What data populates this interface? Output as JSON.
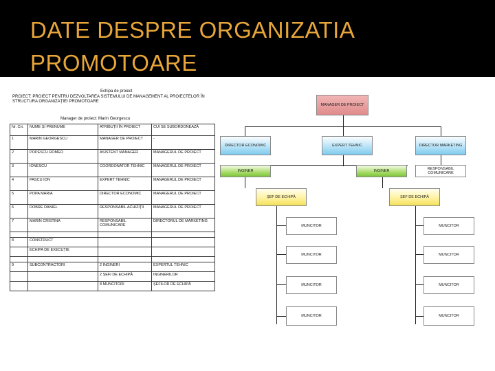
{
  "slide": {
    "title_line1": "DATE DESPRE ORGANIZATIA",
    "title_line2": "PROMOTOARE"
  },
  "document": {
    "heading": "Echipa de proiect",
    "project_text": "PROIECT: PROIECT PENTRU DEZVOLTAREA SISTEMULUI DE MANAGEMENT AL PROIECTELOR ÎN STRUCTURA ORGANIZAȚIEI PROMOTOARE",
    "manager_line": "Manager de proiect: Marin Georgescu",
    "columns": [
      "Nr. Crt.",
      "NUME ȘI PRENUME",
      "ATRIBUȚII ÎN PROIECT",
      "CUI SE SUBORDONEAZĂ"
    ],
    "rows": [
      [
        "1",
        "MARIN GEORGESCU",
        "MANAGER DE PROIECT",
        "-"
      ],
      [
        "2",
        "POPESCU ROMEO",
        "ASISTENT MANAGER",
        "MANAGERUL DE PROIECT"
      ],
      [
        "3",
        "IONESCU",
        "COORDONATOR TEHNIC",
        "MANAGERUL DE PROIECT"
      ],
      [
        "4",
        "PASCU ION",
        "EXPERT TEHNIC",
        "MANAGERUL DE PROIECT"
      ],
      [
        "5",
        "POPA MARIA",
        "DIRECTOR ECONOMIC",
        "MANAGERUL DE PROIECT"
      ],
      [
        "6",
        "DOBRE DANIEL",
        "RESPONSABIL ACHIZIȚII",
        "MANAGERUL DE PROIECT"
      ],
      [
        "7",
        "MARIN CRISTINA",
        "RESPONSABIL COMUNICARE",
        "DIRECTORUL DE MARKETING"
      ],
      [
        "",
        "",
        "",
        ""
      ],
      [
        "8",
        "CONSTRUCT",
        "",
        ""
      ],
      [
        "",
        "ECHIPA DE EXECUȚIE",
        "",
        ""
      ],
      [
        "",
        "",
        "",
        ""
      ],
      [
        "9",
        "SUBCONTRACTORI",
        "2 INGINERI",
        "EXPERTUL TEHNIC"
      ],
      [
        "",
        "",
        "2 ȘEFI DE ECHIPĂ",
        "INGINERILOR"
      ],
      [
        "",
        "",
        "8 MUNCITORI",
        "ȘEFILOR DE ECHIPĂ"
      ]
    ]
  },
  "org_chart": {
    "manager": "MANAGER DE PROIECT",
    "directors": [
      "DIRECTOR ECONOMIC",
      "EXPERT TEHNIC",
      "DIRECTOR MARKETING"
    ],
    "level3": [
      "INGINER",
      "INGINER",
      "RESPONSABIL COMUNICARE"
    ],
    "team_leads": [
      "ȘEF DE ECHIPĂ",
      "ȘEF DE ECHIPĂ"
    ],
    "worker": "MUNCITOR",
    "colors": {
      "manager": "#e08b8b",
      "director": "#7fcbee",
      "engineer": "#7cc43a",
      "lead": "#f2e15a"
    }
  }
}
